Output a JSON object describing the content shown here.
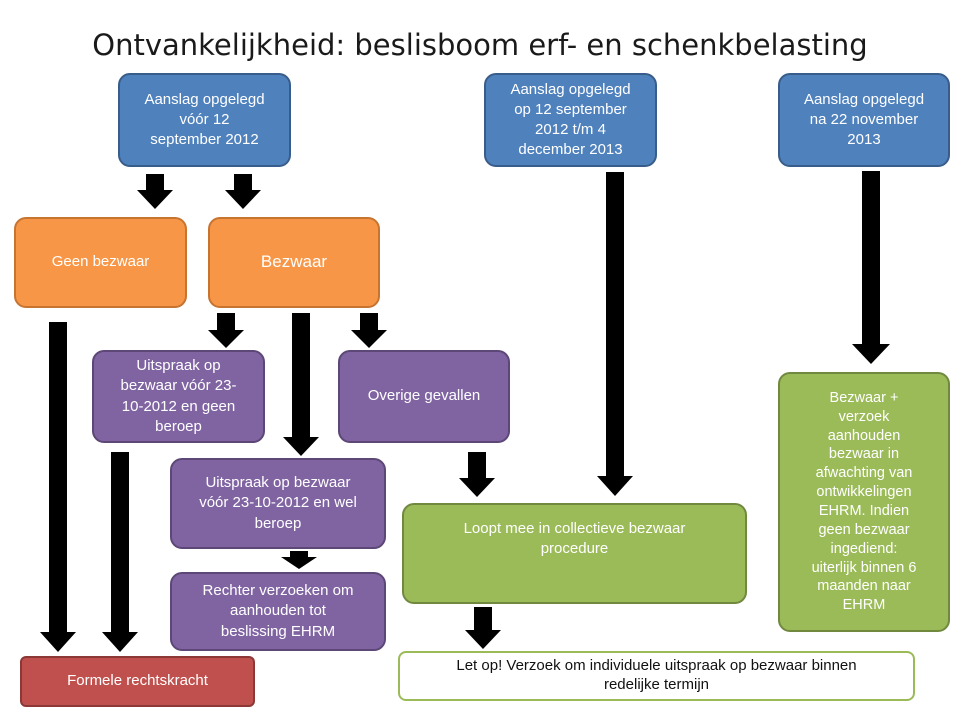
{
  "title": "Ontvankelijkheid: beslisboom erf- en schenkbelasting",
  "nodes": {
    "aanslag_voor": "Aanslag opgelegd\nvóór 12\nseptember 2012",
    "aanslag_tussen": "Aanslag opgelegd\nop 12 september\n2012 t/m 4\ndecember 2013",
    "aanslag_na": "Aanslag opgelegd\nna 22 november\n2013",
    "geen_bezwaar": "Geen bezwaar",
    "bezwaar": "Bezwaar",
    "uitspraak_geen_beroep": "Uitspraak op\nbezwaar vóór 23-\n10-2012 en geen\nberoep",
    "overige": "Overige gevallen",
    "uitspraak_wel_beroep": "Uitspraak op bezwaar\nvóór 23-10-2012 en wel\nberoep",
    "rechter": "Rechter verzoeken om\naanhouden tot\nbeslissing EHRM",
    "collectief": "Loopt mee in collectieve bezwaar\nprocedure",
    "bezwaar_verzoek": "Bezwaar +\nverzoek\naanhouden\nbezwaar in\nafwachting van\nontwikkelingen\nEHRM. Indien\ngeen bezwaar\ningediend:\nuiterlijk binnen 6\nmaanden naar\nEHRM",
    "formele": "Formele rechtskracht",
    "let_op": "Let op! Verzoek om individuele uitspraak op bezwaar binnen\nredelijke termijn"
  }
}
